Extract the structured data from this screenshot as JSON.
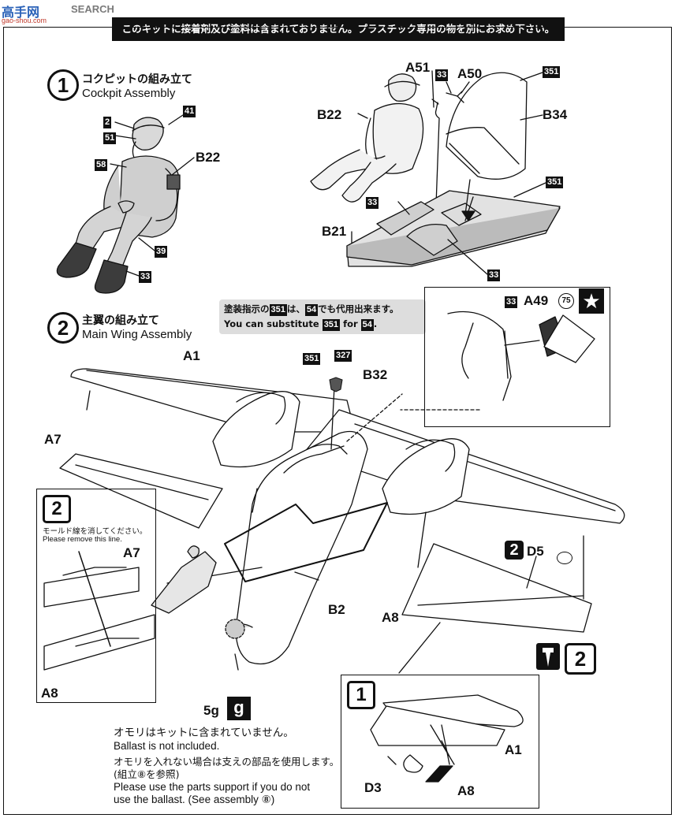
{
  "watermark": {
    "brand": "SEARCH",
    "url": "gao-shou.com"
  },
  "warning_text": "このキットに接着剤及び塗料は含まれておりません。プラスチック専用の物を別にお求め下さい。",
  "step1": {
    "number": "1",
    "title_jp": "コクピットの組み立て",
    "title_en": "Cockpit Assembly",
    "pilot_parts": {
      "b22": "B22",
      "c41": "41",
      "c2": "2",
      "c51": "51",
      "c58": "58",
      "c39": "39",
      "c33": "33"
    },
    "seat_parts": {
      "a51": "A51",
      "c33a": "33",
      "a50": "A50",
      "c351a": "351",
      "b22": "B22",
      "b34": "B34",
      "c351b": "351",
      "c33b": "33",
      "b21": "B21",
      "c33c": "33"
    }
  },
  "step2": {
    "number": "2",
    "title_jp": "主翼の組み立て",
    "title_en": "Main Wing Assembly",
    "paint_note": {
      "jp_prefix": "塗装指示の",
      "c351": "351",
      "jp_mid": "は、",
      "c54": "54",
      "jp_suffix": "でも代用出来ます。",
      "en_prefix": "You can substitute",
      "en_c351": "351",
      "en_mid": "for",
      "en_c54": "54",
      "en_suffix": "."
    },
    "labels": {
      "a1": "A1",
      "a7": "A7",
      "c351": "351",
      "c327": "327",
      "b32": "B32",
      "c33": "33",
      "a49": "A49",
      "c75": "75",
      "d5": "D5",
      "a8": "A8",
      "b2": "B2",
      "weight": "5g",
      "weight_icon": "g",
      "step_ref": "2"
    },
    "inset_left": {
      "step": "2",
      "note_jp": "モールド線を消してください。",
      "note_en": "Please remove this line.",
      "a7": "A7",
      "a8": "A8"
    },
    "inset_bottom": {
      "step": "1",
      "a1": "A1",
      "d3": "D3",
      "a8": "A8"
    },
    "ballast_notes": {
      "line1_jp": "オモリはキットに含まれていません。",
      "line1_en": "Ballast is not included.",
      "line2_jp": "オモリを入れない場合は支えの部品を使用します。",
      "line2_ref": "(組立⑧を参照)",
      "line2_en1": "Please use the parts support if you do not",
      "line2_en2": "use the ballast. (See assembly ⑧)"
    }
  }
}
